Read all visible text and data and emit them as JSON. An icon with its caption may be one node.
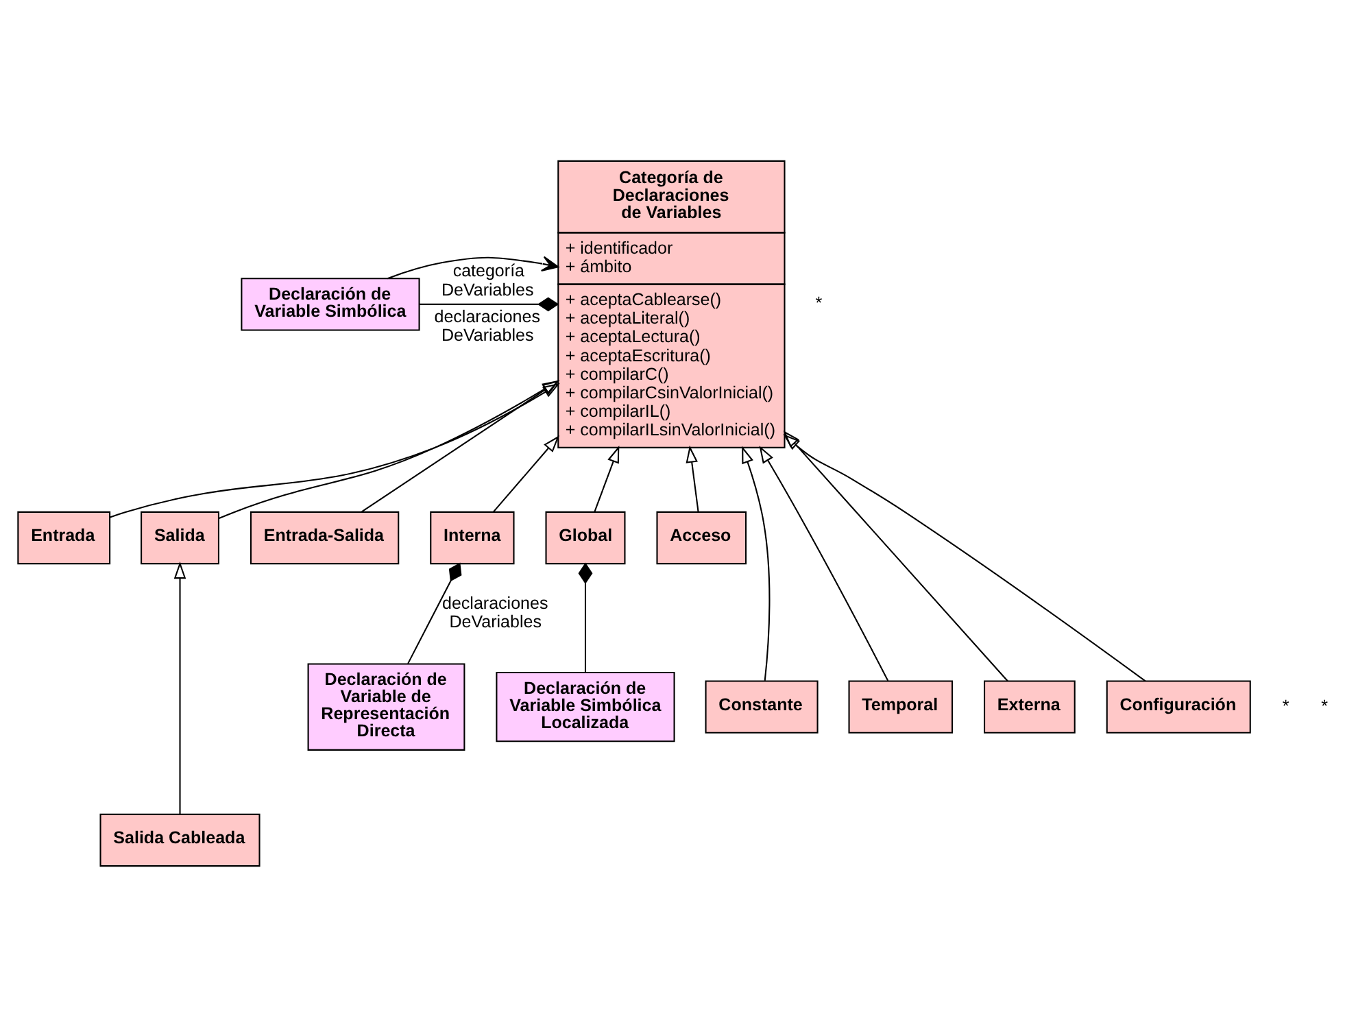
{
  "diagram": {
    "nodes": [
      {
        "text": [
          "Categoría de Declaraciones de Variables",
          "+ identificador",
          "+ ámbito",
          "+ aceptaCablearse()",
          "+ aceptaLiteral()",
          "+ aceptaLectura()",
          "+ aceptaEscritura()",
          "+ compilarC()",
          "+ compilarCsinValorInicial()",
          "+ compilarIL()",
          "+ compilarILsinValorInicial()"
        ]
      },
      {
        "text": [
          "Declaración de Variable Simbólica"
        ]
      },
      {
        "text": [
          "Entrada"
        ]
      },
      {
        "text": [
          "Salida"
        ]
      },
      {
        "text": [
          "Entrada-Salida"
        ]
      },
      {
        "text": [
          "Interna"
        ]
      },
      {
        "text": [
          "Global"
        ]
      },
      {
        "text": [
          "Acceso"
        ]
      },
      {
        "text": [
          "Salida Cableada"
        ]
      },
      {
        "text": [
          "Constante"
        ]
      },
      {
        "text": [
          "Temporal"
        ]
      },
      {
        "text": [
          "Externa"
        ]
      },
      {
        "text": [
          "Configuración"
        ]
      },
      {
        "text": [
          "Declaración de Variable de Representación Directa"
        ]
      },
      {
        "text": [
          "Declaración de Variable Simbólica Localizada"
        ]
      }
    ],
    "edges": [
      {
        "from": 1,
        "to": 0,
        "arrow": "other",
        "label": "declaraciones DeVariables"
      },
      {
        "from": 1,
        "to": 0,
        "arrow": "to",
        "label": "categoría DeVariables"
      },
      {
        "from": 2,
        "to": 0,
        "arrow": "to"
      },
      {
        "from": 3,
        "to": 0,
        "arrow": "to"
      },
      {
        "from": 4,
        "to": 0,
        "arrow": "to"
      },
      {
        "from": 9,
        "to": 0,
        "arrow": "to"
      },
      {
        "from": 10,
        "to": 0,
        "arrow": "to"
      },
      {
        "from": 5,
        "to": 0,
        "arrow": "to"
      },
      {
        "from": 6,
        "to": 0,
        "arrow": "to"
      },
      {
        "from": 11,
        "to": 0,
        "arrow": "to"
      },
      {
        "from": 7,
        "to": 0,
        "arrow": "to"
      },
      {
        "from": 12,
        "to": 0,
        "arrow": "to"
      },
      {
        "from": 8,
        "to": 3,
        "arrow": "to"
      },
      {
        "from": 13,
        "to": 5,
        "arrow": "other",
        "label": "declaraciones DeVariables"
      },
      {
        "from": 14,
        "to": 6,
        "arrow": "other"
      }
    ],
    "labels": [
      "*",
      "*",
      "*"
    ]
  }
}
